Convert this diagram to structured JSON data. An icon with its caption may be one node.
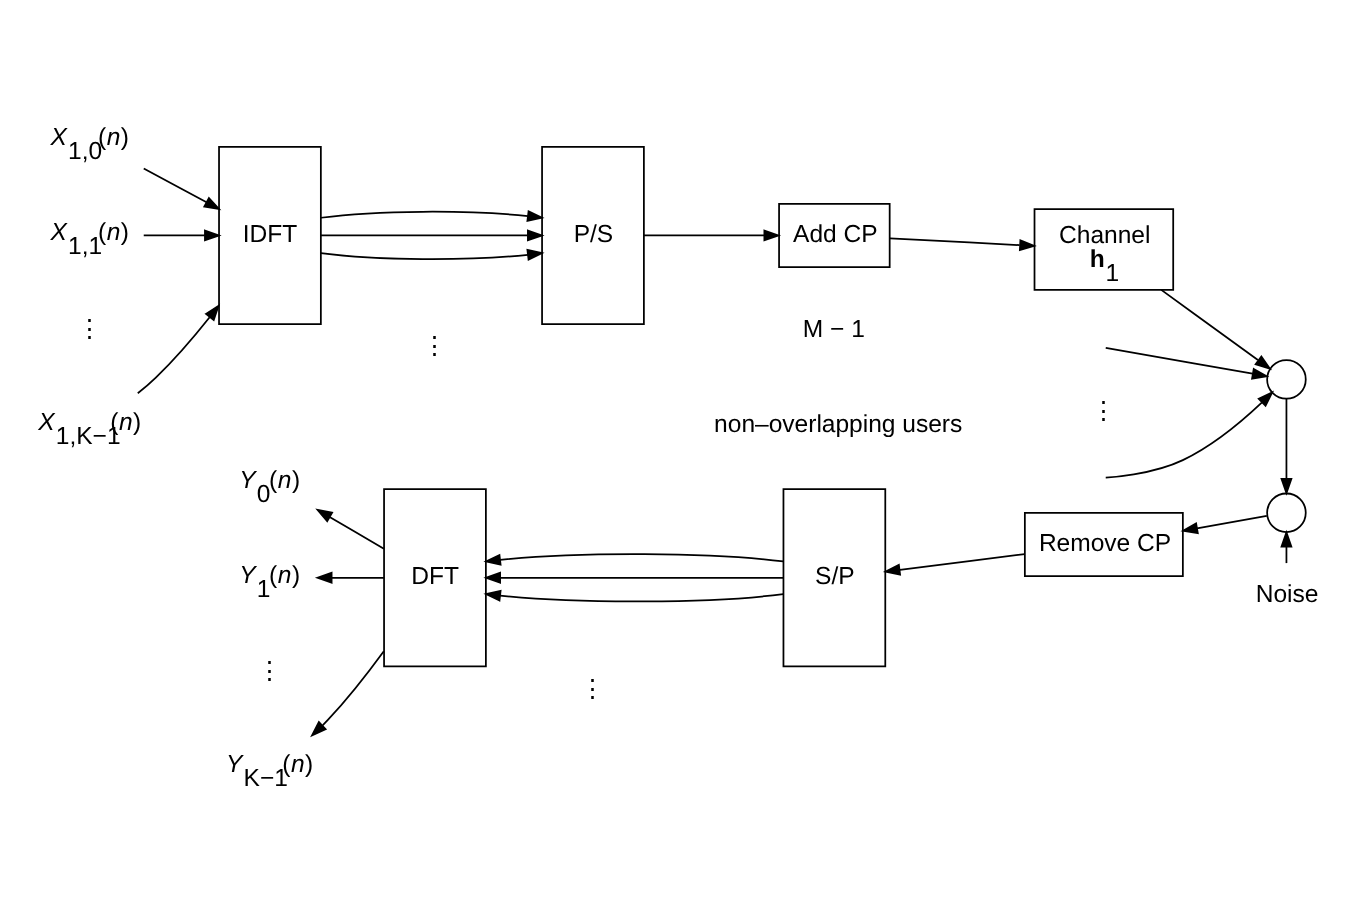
{
  "diagram": {
    "nodes": [
      {
        "text": [
          "*X*$_{1,0}$(*n*)"
        ]
      },
      {
        "text": [
          "*X*$_{1,1}$(*n*)"
        ]
      },
      {
        "text": [
          "*X*$_{1,K−1}$(*n*)"
        ]
      },
      {
        "text": [
          "IDFT"
        ]
      },
      {
        "text": [
          "P/S"
        ]
      },
      {
        "text": [
          "Add CP"
        ]
      },
      {
        "text": [
          "Channel",
          "**h**$_{1}$"
        ]
      },
      {
        "text": [],
        "shape": "circle"
      },
      {
        "text": [],
        "shape": "circle"
      },
      {
        "text": [
          "Noise"
        ]
      },
      {
        "text": [
          "Remove CP"
        ]
      },
      {
        "text": [
          "S/P"
        ]
      },
      {
        "text": [
          "DFT"
        ]
      },
      {
        "text": [
          "*Y*$_{0}$(*n*)"
        ]
      },
      {
        "text": [
          "*Y*$_{1}$(*n*)"
        ]
      },
      {
        "text": [
          "*Y*$_{K−1}$(*n*)"
        ]
      }
    ],
    "edges": [
      {
        "from": 0,
        "to": 3,
        "arrow": "to"
      },
      {
        "from": 1,
        "to": 3,
        "arrow": "to"
      },
      {
        "from": 2,
        "to": 3,
        "arrow": "to"
      },
      {
        "from": 3,
        "to": 4,
        "arrow": "to"
      },
      {
        "from": 3,
        "to": 4,
        "arrow": "to"
      },
      {
        "from": 3,
        "to": 4,
        "arrow": "to"
      },
      {
        "from": 4,
        "to": 5,
        "arrow": "to"
      },
      {
        "from": 5,
        "to": 6,
        "arrow": "to"
      },
      {
        "from": 6,
        "to": 7,
        "arrow": "to"
      },
      {
        "from": null,
        "to": 7,
        "arrow": "to"
      },
      {
        "from": null,
        "to": 7,
        "arrow": "to"
      },
      {
        "from": 7,
        "to": 8,
        "arrow": "to"
      },
      {
        "from": 9,
        "to": 8,
        "arrow": "to"
      },
      {
        "from": 8,
        "to": 10,
        "arrow": "to"
      },
      {
        "from": 10,
        "to": 11,
        "arrow": "to"
      },
      {
        "from": 11,
        "to": 12,
        "arrow": "to"
      },
      {
        "from": 11,
        "to": 12,
        "arrow": "to"
      },
      {
        "from": 11,
        "to": 12,
        "arrow": "to"
      },
      {
        "from": 12,
        "to": 13,
        "arrow": "to"
      },
      {
        "from": 12,
        "to": 14,
        "arrow": "to"
      },
      {
        "from": 12,
        "to": 15,
        "arrow": "to"
      }
    ],
    "labels": [
      "⋮",
      "⋮",
      "M − 1",
      "non–overlapping users",
      "⋮",
      "⋮",
      "⋮"
    ]
  }
}
